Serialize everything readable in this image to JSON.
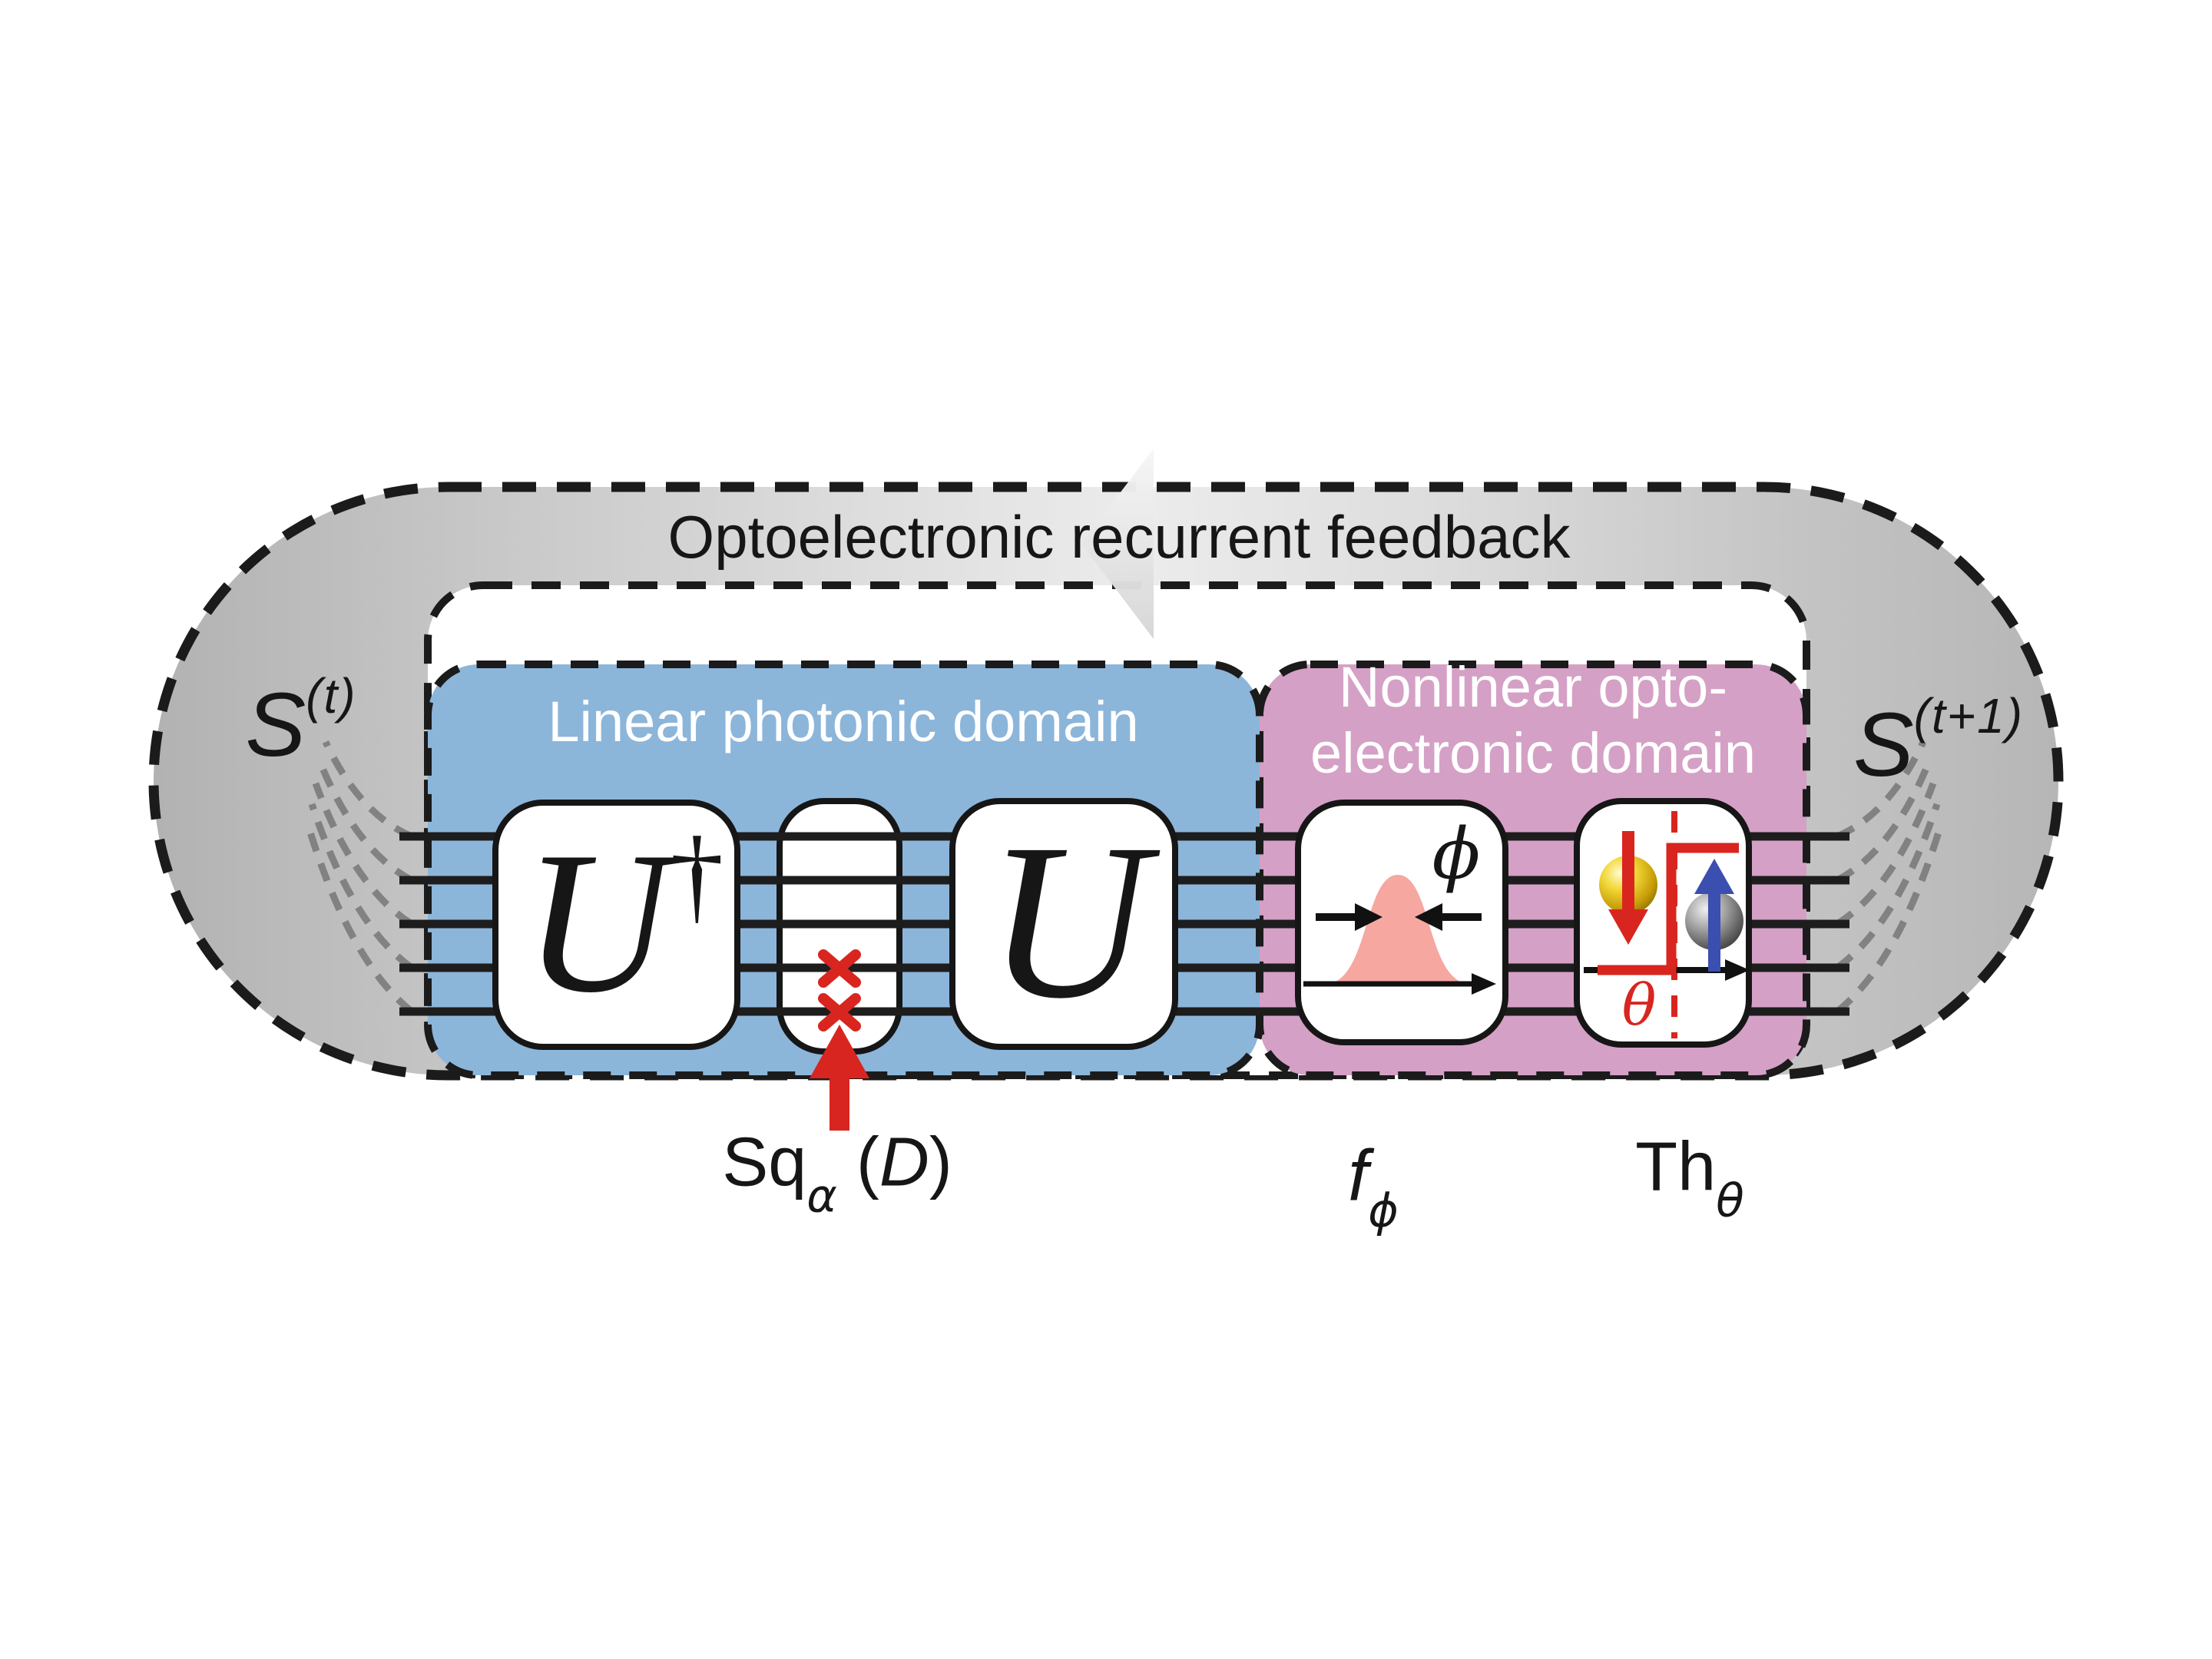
{
  "figure": {
    "title": "Optoelectronic recurrent feedback",
    "state_in": {
      "s": "S",
      "open": "(",
      "t": "t",
      "close": ")"
    },
    "state_out": {
      "s": "S",
      "open": "(",
      "t": "t",
      "close": "+1)"
    },
    "domains": {
      "linear": {
        "label": "Linear photonic domain",
        "fill": "#8cb5da"
      },
      "nonlinear": {
        "line1": "Nonlinear opto-",
        "line2": "electronic domain",
        "fill": "#d5a0c5"
      }
    },
    "components": {
      "u_dagger": {
        "base": "U",
        "sup": "†"
      },
      "u": {
        "base": "U"
      },
      "squeezer": {
        "base": "Sq",
        "sub": "α",
        "open": " (",
        "arg": "D",
        "close": ")"
      },
      "activation": {
        "base": "f",
        "sub": "ϕ"
      },
      "threshold": {
        "base": "Th",
        "sub": "θ"
      },
      "phi_symbol": "ϕ",
      "theta_symbol": "θ"
    },
    "wire_count": 5,
    "colors": {
      "loop_gray": "#c9c9c9",
      "dash_black": "#1b1b1b",
      "wire": "#1d1d1d",
      "accent_red": "#d9251f",
      "gauss_fill": "#f5a7a0",
      "arrow_blue": "#3b4fb0",
      "ball_yellow": "#e8c520",
      "ball_gray": "#6e6e6e"
    }
  }
}
